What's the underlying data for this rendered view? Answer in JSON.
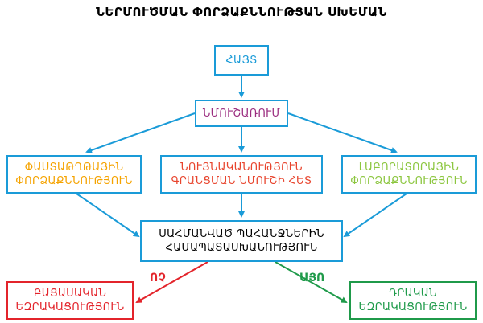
{
  "title": "ՆԵՐՄՈՒԾՄԱՆ ՓՈՐՁԱՔՆՆՈՒԹՅԱՆ ՍԽԵՄԱՆ",
  "nodes": {
    "start": {
      "lines": [
        "ՀԱՅՏ"
      ],
      "color": "#1a9bd8"
    },
    "sample": {
      "lines": [
        "ՆՄՈՒՇԱՌՈՒՄ"
      ],
      "color": "#9b2d7f"
    },
    "documentary": {
      "lines": [
        "ՓԱՍՏԱԹՂԹԱՅԻՆ",
        "ՓՈՐՁԱՔՆՆՈՒԹՅՈՒՆ"
      ],
      "color": "#f5a300"
    },
    "identity": {
      "lines": [
        "ՆՈՒՅՆԱԿԱՆՈՒԹՅՈՒՆ",
        "ԳՐԱՆՑՄԱՆ ՆՄՈՒՇԻ ՀԵՏ"
      ],
      "color": "#e8452e"
    },
    "laboratory": {
      "lines": [
        "ԼԱԲՈՐԱՏՈՐԱՅԻՆ",
        "ՓՈՐՁԱՔՆՆՈՒԹՅՈՒՆ"
      ],
      "color": "#8cc63f"
    },
    "compliance": {
      "lines": [
        "ՍԱՀՄԱՆՎԱԾ ՊԱՀԱՆՋՆԵՐԻՆ",
        "ՀԱՄԱՊԱՏԱՍԽԱՆՈՒԹՅՈՒՆ"
      ],
      "color": "#000000"
    },
    "negative": {
      "lines": [
        "ԲԱՑԱՍԱԿԱՆ",
        "ԵԶՐԱԿԱՑՈՒԹՅՈՒՆ"
      ],
      "color": "#e3242b"
    },
    "positive": {
      "lines": [
        "ԴՐԱԿԱՆ",
        "ԵԶՐԱԿԱՑՈՒԹՅՈՒՆ"
      ],
      "color": "#1f9a4a"
    }
  },
  "edges": {
    "no_label": "ՈՉ",
    "yes_label": "ԱՅՈ",
    "no_color": "#e3242b",
    "yes_color": "#1f9a4a",
    "default_color": "#1a9bd8"
  }
}
